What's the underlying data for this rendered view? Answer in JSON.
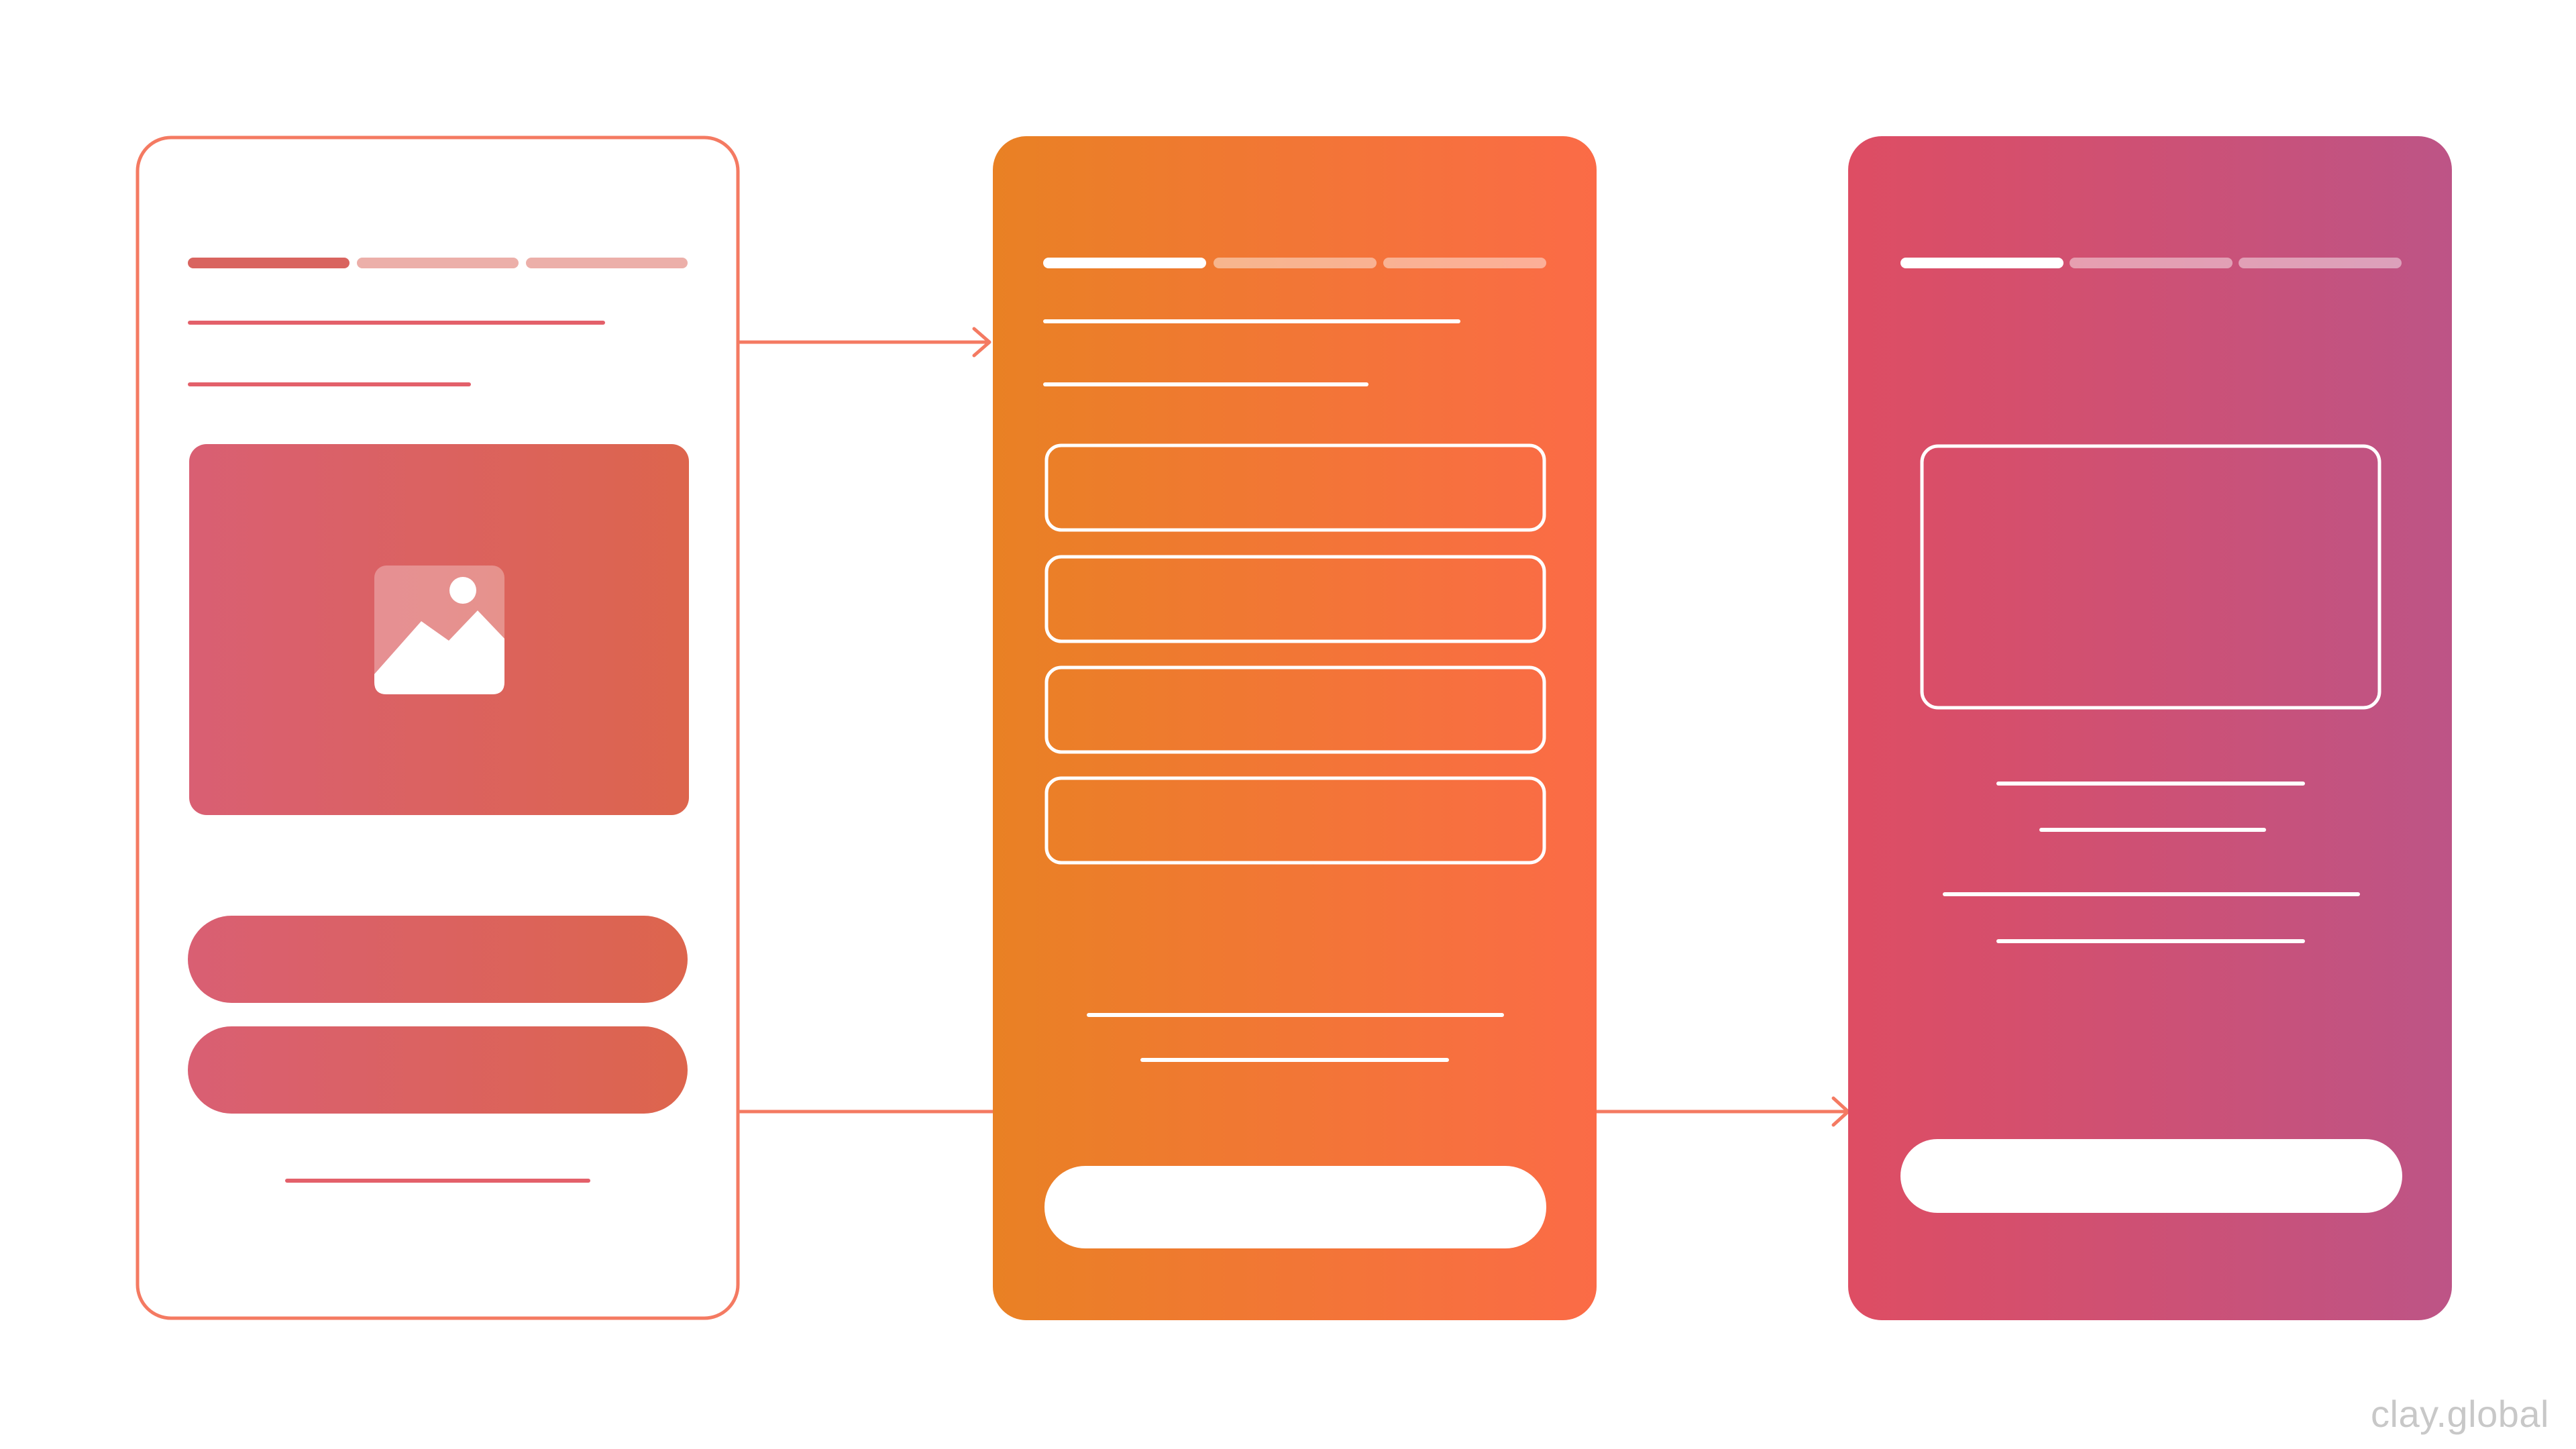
{
  "watermark": {
    "text": "clay.global"
  },
  "colors": {
    "outline": "#f47a62",
    "screen1_gradient": [
      "#d95f73",
      "#dd654d"
    ],
    "screen2_gradient": [
      "#e98124",
      "#fb6b47"
    ],
    "screen3_gradient": [
      "#de4d63",
      "#bd5486"
    ],
    "progress_active_1": "#d9645f",
    "progress_inactive_1": "#ecafa9",
    "white": "#ffffff"
  },
  "screens": [
    {
      "name": "welcome-screen",
      "style": "outlined",
      "progress_step": 1,
      "progress_total": 3,
      "elements": [
        "title-line",
        "subtitle-line",
        "image-placeholder",
        "primary-button",
        "secondary-button",
        "footer-link-line"
      ]
    },
    {
      "name": "form-screen",
      "style": "filled-orange",
      "progress_step": 1,
      "progress_total": 3,
      "input_field_count": 4,
      "elements": [
        "title-line",
        "subtitle-line",
        "input-fields",
        "caption-lines",
        "submit-button"
      ]
    },
    {
      "name": "confirmation-screen",
      "style": "filled-pink",
      "progress_step": 1,
      "progress_total": 3,
      "elements": [
        "content-card",
        "text-lines",
        "confirm-button"
      ]
    }
  ],
  "connections": [
    {
      "from": "welcome-screen",
      "to": "form-screen",
      "arrow": true
    },
    {
      "from": "welcome-screen",
      "to": "confirmation-screen",
      "arrow": true
    }
  ]
}
